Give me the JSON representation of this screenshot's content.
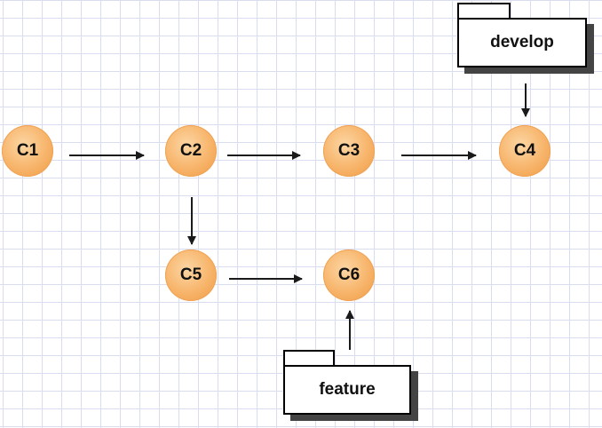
{
  "nodes": {
    "c1": "C1",
    "c2": "C2",
    "c3": "C3",
    "c4": "C4",
    "c5": "C5",
    "c6": "C6"
  },
  "branches": {
    "develop": "develop",
    "feature": "feature"
  },
  "edges": [
    {
      "from": "C1",
      "to": "C2"
    },
    {
      "from": "C2",
      "to": "C3"
    },
    {
      "from": "C3",
      "to": "C4"
    },
    {
      "from": "C2",
      "to": "C5"
    },
    {
      "from": "C5",
      "to": "C6"
    },
    {
      "from": "develop",
      "to": "C4"
    },
    {
      "from": "feature",
      "to": "C6"
    }
  ],
  "colors": {
    "node_fill": "#f7b46a",
    "grid_line": "#dadcf0",
    "arrow": "#1a1a1a"
  }
}
